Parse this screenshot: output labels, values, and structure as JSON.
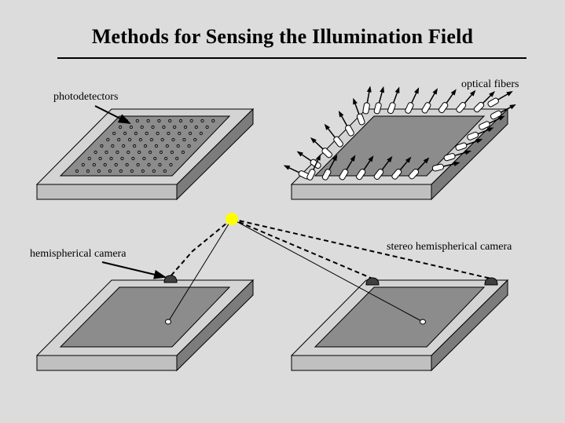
{
  "title": "Methods for Sensing the  Illumination  Field",
  "labels": {
    "photodetectors": "photodetectors",
    "optical_fibers": "optical fibers",
    "hemispherical_camera": "hemispherical camera",
    "stereo_hemispherical_camera": "stereo hemispherical camera"
  },
  "colors": {
    "background": "#dcdcdc",
    "plate_top": "#d4d4d4",
    "plate_front": "#c0c0c0",
    "plate_side": "#7c7c7c",
    "sensor_area": "#8c8c8c",
    "sun": "#ffff00",
    "camera": "#404040"
  }
}
